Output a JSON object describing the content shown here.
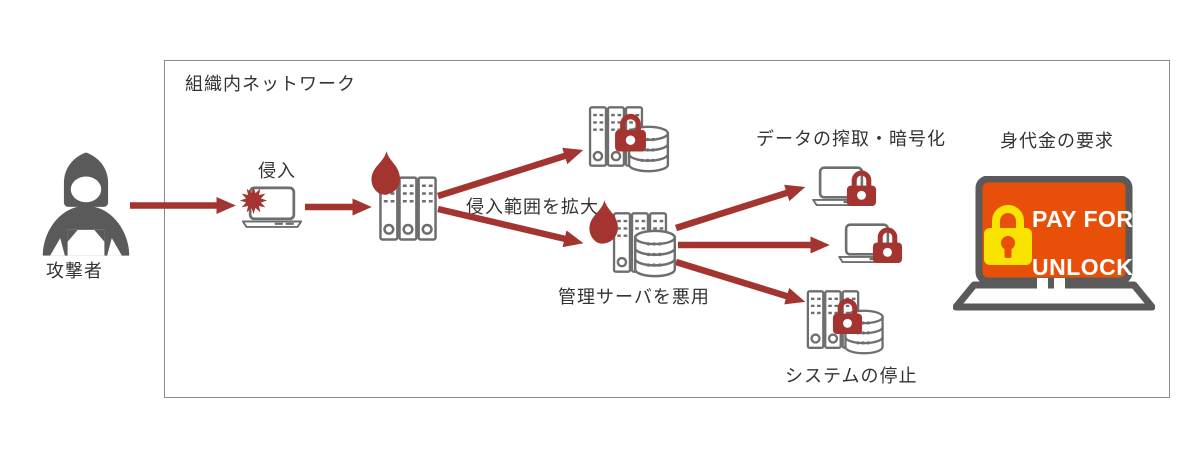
{
  "network": {
    "title": "組織内ネットワーク"
  },
  "labels": {
    "attacker": "攻撃者",
    "intrusion": "侵入",
    "expand_scope": "侵入範囲を拡大",
    "admin_server_abuse": "管理サーバを悪用",
    "data_theft_encryption": "データの搾取・暗号化",
    "system_shutdown": "システムの停止",
    "ransom_demand": "身代金の要求"
  },
  "ransom_screen": {
    "line1": "PAY FOR",
    "line2": "UNLOCK"
  },
  "icons": {
    "attacker": "attacker-hooded-figure-icon",
    "burst": "malware-burst-icon",
    "laptop": "laptop-icon",
    "flame": "flame-icon",
    "server": "server-rack-icon",
    "database": "database-cylinder-icon",
    "padlock": "padlock-icon",
    "ransom_laptop": "ransom-laptop-icon",
    "arrow": "attack-flow-arrow"
  },
  "colors": {
    "attack_red": "#A33430",
    "screen_orange": "#E8500A",
    "lock_yellow": "#F8E400",
    "icon_outline_gray": "#6E6E6E",
    "figure_gray": "#5A5A5A",
    "text": "#333333",
    "box_border": "#8C8C8C"
  }
}
